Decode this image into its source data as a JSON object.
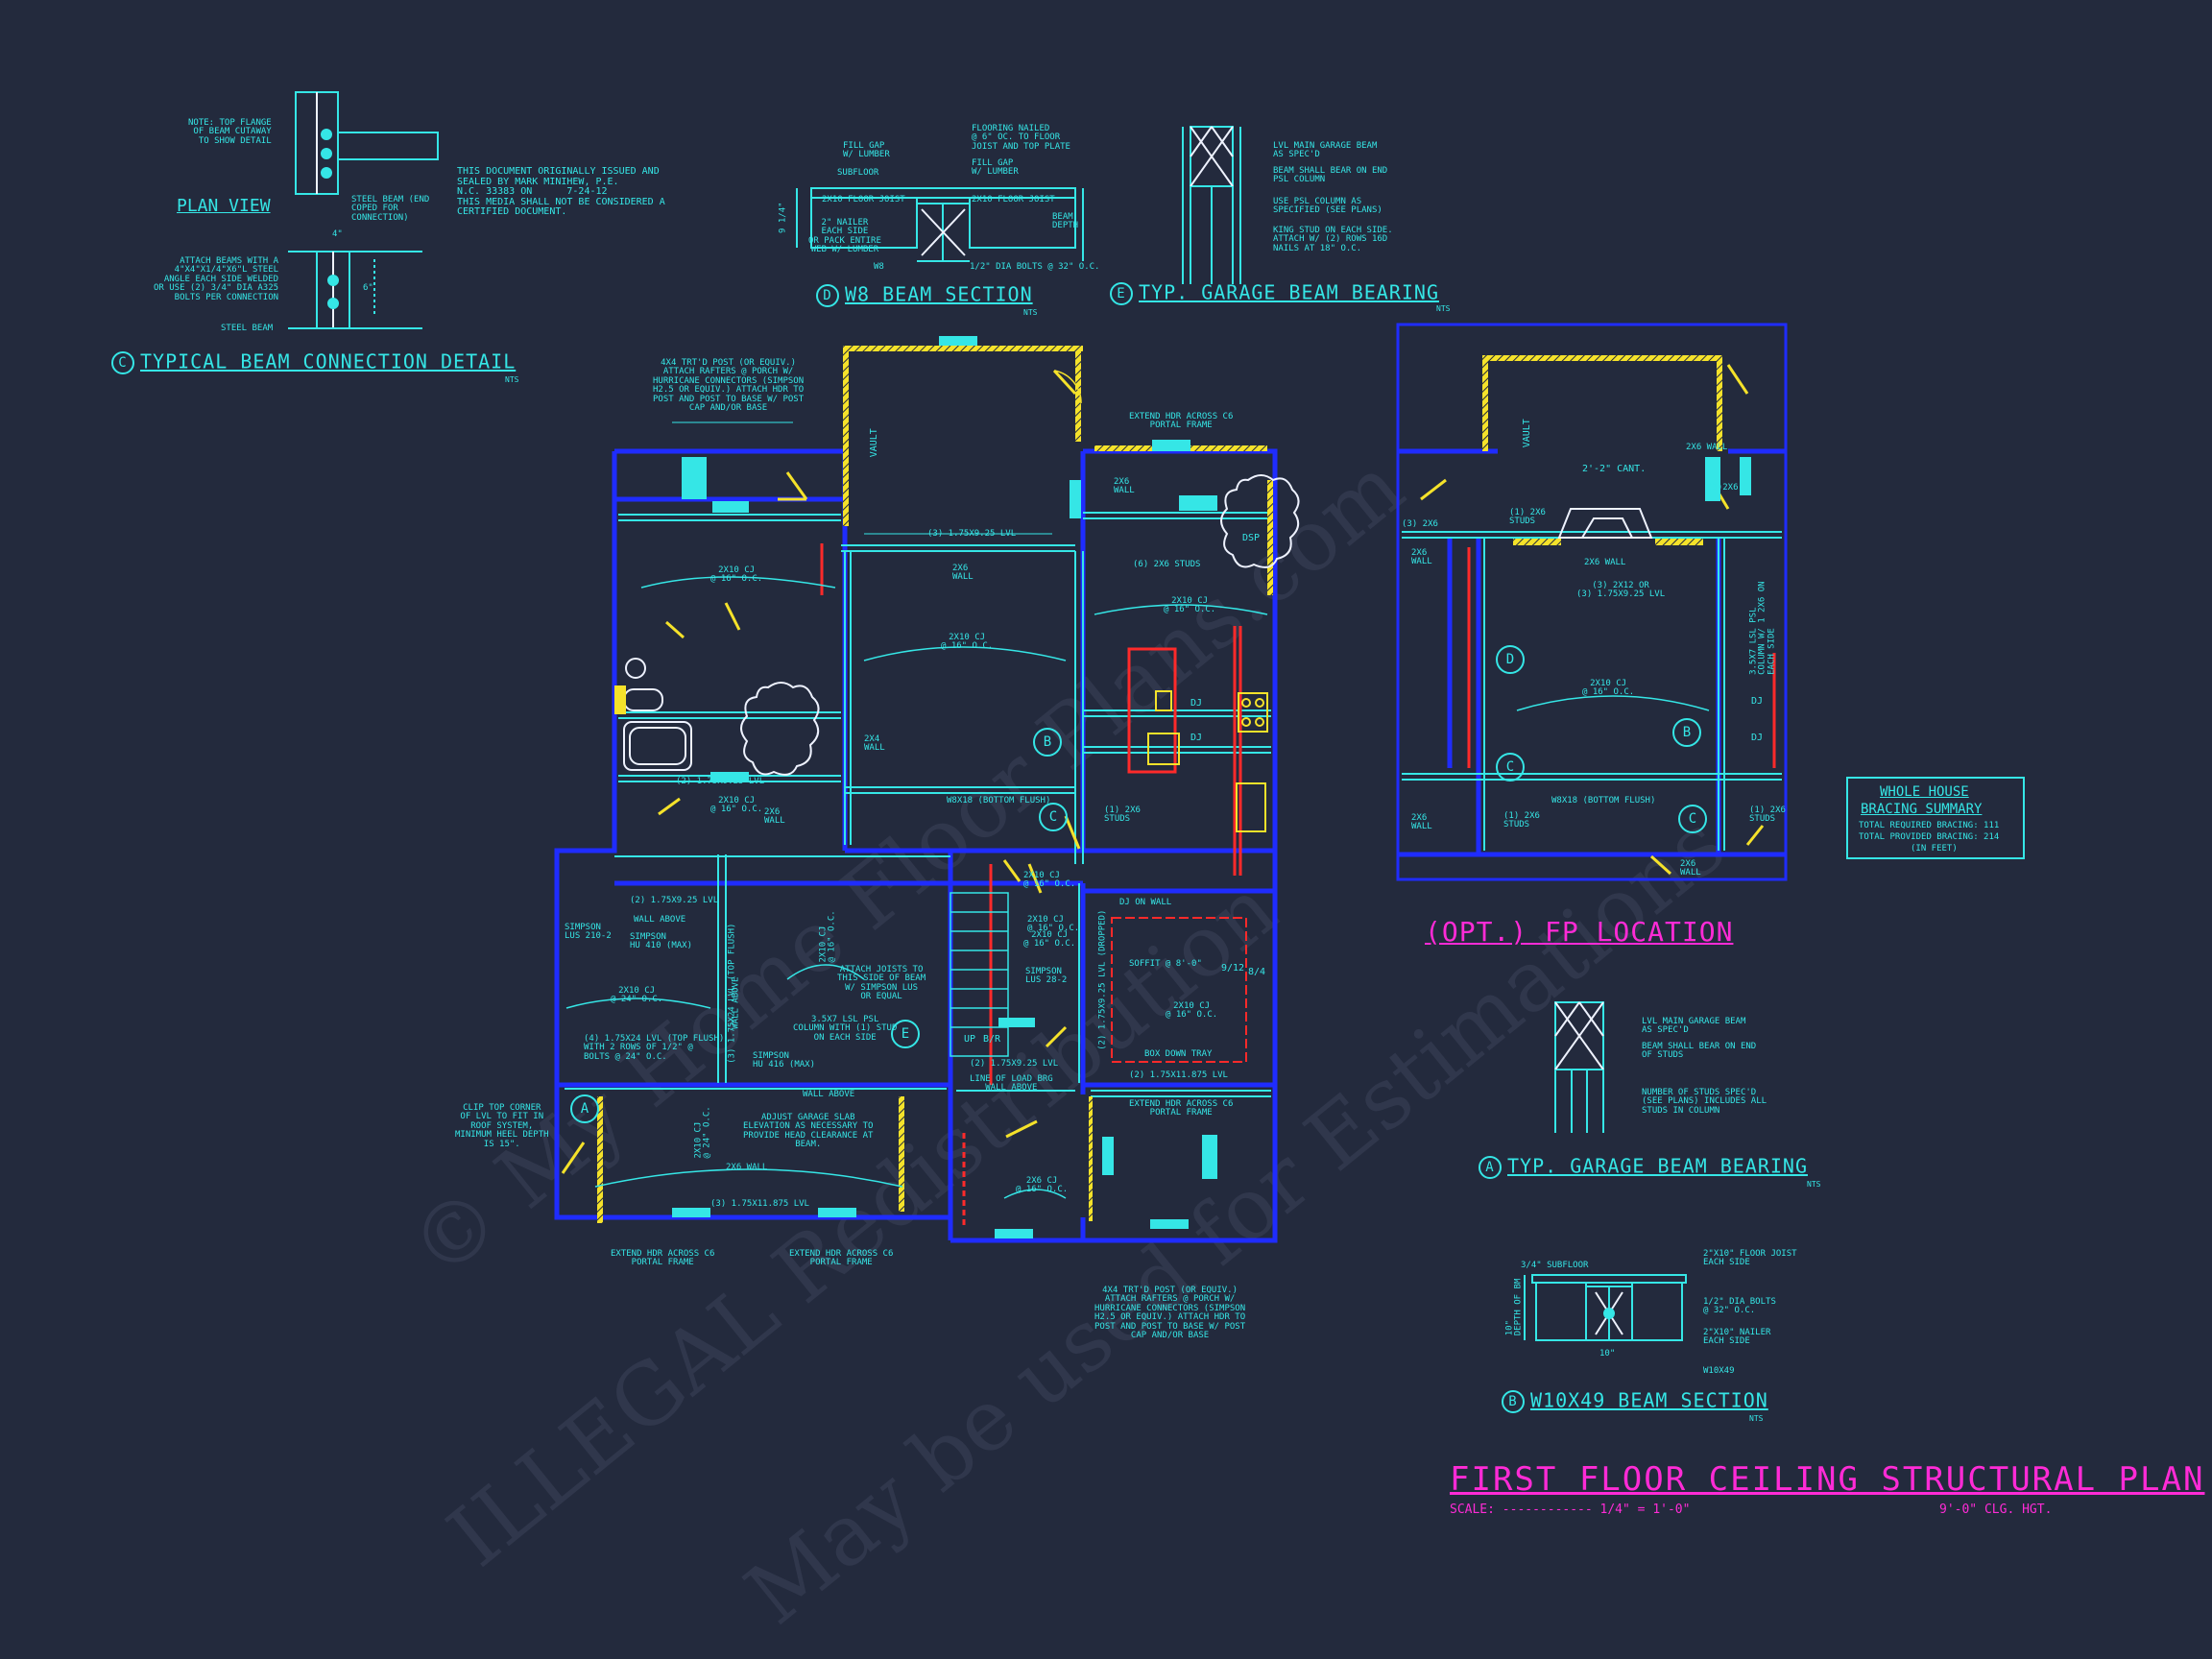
{
  "watermark": {
    "line1": "© My Home Floor Plans.com",
    "line2": "ILLEGAL Redistribution",
    "line3": "May be used for Estimations"
  },
  "details": {
    "c": {
      "label": "C",
      "title": "TYPICAL BEAM CONNECTION DETAIL",
      "nts": "NTS",
      "plan_view": "PLAN VIEW",
      "note_top_flange": "NOTE: TOP FLANGE\nOF BEAM CUTAWAY\nTO SHOW DETAIL",
      "steel_beam_end": "STEEL BEAM (END\nCOPED FOR\nCONNECTION)",
      "attach_beams": "ATTACH BEAMS WITH A\n4\"x4\"x1/4\"x6\"L STEEL\nANGLE EACH SIDE WELDED\nOR USE (2) 3/4\" DIA A325\nBOLTS PER CONNECTION",
      "dim_4": "4\"",
      "dim_6": "6\"",
      "steel_beam": "STEEL BEAM"
    },
    "seal": "THIS DOCUMENT ORIGINALLY ISSUED AND\nSEALED BY MARK MINIHEW, P.E.\nN.C. 33383 ON      7-24-12\nTHIS MEDIA SHALL NOT BE CONSIDERED A\nCERTIFIED DOCUMENT.",
    "d": {
      "label": "D",
      "title": "W8 BEAM SECTION",
      "nts": "NTS",
      "fill_gap": "FILL GAP\nw/ LUMBER",
      "subfloor": "SUBFLOOR",
      "flooring_nailed": "FLOORING NAILED\n@ 6\" OC. TO FLOOR\nJOIST AND TOP PLATE",
      "fill_gap2": "FILL GAP\nw/ LUMBER",
      "floor_joist_l": "2x10 FLOOR JOIST",
      "floor_joist_r": "2x10 FLOOR JOIST",
      "nailer": "2\" NAILER\nEACH SIDE\nOR PACK ENTIRE\nWEB w/ LUMBER",
      "w8": "W8",
      "bolts": "1/2\" DIA BOLTS @ 32\" O.C.",
      "dim_left": "9 1/4\"",
      "dim_right": "BEAM\nDEPTH"
    },
    "e": {
      "label": "E",
      "title": "TYP. GARAGE BEAM BEARING",
      "nts": "NTS",
      "n1": "LVL MAIN GARAGE BEAM\nAS SPEC'D",
      "n2": "BEAM SHALL BEAR ON END\nPSL COLUMN",
      "n3": "USE PSL COLUMN AS\nSPECIFIED (SEE PLANS)",
      "n4": "KING STUD ON EACH SIDE.\nATTACH W/ (2) ROWS 16D\nNAILS AT 18\" O.C."
    },
    "a": {
      "label": "A",
      "title": "TYP. GARAGE BEAM BEARING",
      "nts": "NTS",
      "n1": "LVL MAIN GARAGE BEAM\nAS SPEC'D",
      "n2": "BEAM SHALL BEAR ON END\nOF STUDS",
      "n3": "NUMBER OF STUDS SPEC'D\n(SEE PLANS) INCLUDES ALL\nSTUDS IN COLUMN"
    },
    "b": {
      "label": "B",
      "title": "W10x49 BEAM SECTION",
      "nts": "NTS",
      "subfloor": "3/4\" SUBFLOOR",
      "joist": "2\"x10\" FLOOR JOIST\nEACH SIDE",
      "bolts": "1/2\" DIA BOLTS\n@ 32\" O.C.",
      "nailer": "2\"x10\" NAILER\nEACH SIDE",
      "w10": "W10x49",
      "depth": "10\"\nDEPTH OF BM",
      "w16": "10\""
    }
  },
  "main_plan": {
    "post_note_top": "4x4 TRT'D POST (OR EQUIV.)\nATTACH RAFTERS @ PORCH w/\nHURRICANE CONNECTORS (SIMPSON\nH2.5 OR EQUIV.) ATTACH HDR TO\nPOST AND POST TO BASE w/ POST\nCAP AND/OR BASE",
    "post_note_bottom": "4x4 TRT'D POST (OR EQUIV.)\nATTACH RAFTERS @ PORCH w/\nHURRICANE CONNECTORS (SIMPSON\nH2.5 OR EQUIV.) ATTACH HDR TO\nPOST AND POST TO BASE w/ POST\nCAP AND/OR BASE",
    "vault": "VAULT",
    "extend_hdr_top": "EXTEND HDR ACROSS C6\nPORTAL FRAME",
    "lvl_3": "(3) 1.75x9.25 LVL",
    "wall_2x6": "2x6\nWALL",
    "studs_6": "(6) 2x6 STUDS",
    "cj_1": "2x10 CJ\n@ 16\" O.C.",
    "cj_2": "2x10 CJ\n@ 16\" O.C.",
    "cj_3": "2x10 CJ\n@ 16\" O.C.",
    "cj_left": "2x10 CJ\n@ 16\" O.C.",
    "cj_mid": "2x10 CJ\n@ 16\" O.C.",
    "lvl_2_925": "(2) 1.75x9.25 LVL",
    "cj_2x10_16": "2x10 CJ\n@ 16\" O.C.",
    "cj_2x10_left": "2x10 CJ\n@ 24\" O.C.",
    "wall_2x4": "2x4\nWALL",
    "lvl_top": "(2) 1.75x9.25 LVL",
    "dsp": "DSP",
    "dj": "DJ",
    "w8x18": "W8x18 (BOTTOM FLUSH)",
    "studs_1": "(1) 2x6\nSTUDS",
    "wall_above": "WALL ABOVE",
    "simpson_lus": "SIMPSON\nLUS 210-2",
    "simpson_hu": "SIMPSON\nHU 410 (MAX)",
    "cj_24": "2x10 CJ\n@ 24\" O.C.",
    "lvl_1524": "(4) 1.75x24 LVL (TOP FLUSH)\nWITH 2 ROWS OF 1/2\" @\nBOLTS @ 24\" O.C.",
    "lvl_vert": "(3) 1.75x24 LVL (TOP FLUSH)",
    "wall_above_v": "WALL ABOVE",
    "attach_joists": "ATTACH JOISTS TO\nTHIS SIDE OF BEAM\nw/ SIMPSON LUS\nOR EQUAL",
    "psl_col": "3.5x7 LSL PSL\nCOLUMN WITH (1) STUD\nON EACH SIDE",
    "simpson_hu2": "SIMPSON\nHU 416 (MAX)",
    "wall_above2": "WALL ABOVE",
    "clip_top": "CLIP TOP CORNER\nOF LVL TO FIT IN\nROOF SYSTEM,\nMINIMUM HEEL DEPTH\nIS 15\".",
    "adjust_garage": "ADJUST GARAGE SLAB\nELEVATION AS NECESSARY TO\nPROVIDE HEAD CLEARANCE AT\nBEAM.",
    "wall_2x6_garage": "2x6 WALL",
    "lvl_garage": "(3) 1.75x11.875 LVL",
    "extend_hdr_l": "EXTEND HDR ACROSS C6\nPORTAL FRAME",
    "extend_hdr_m": "EXTEND HDR ACROSS C6\nPORTAL FRAME",
    "up": "UP",
    "br": "B/R",
    "lvl_925_stair": "(2) 1.75x9.25 LVL",
    "line_load": "LINE OF LOAD BRG\nWALL ABOVE",
    "cj_stair": "2x10 CJ\n@ 16\" O.C.",
    "simpson_lus2": "SIMPSON\nLUS 28-2",
    "dj_on_wall": "DJ ON WALL",
    "soffit": "SOFFIT @ 8'-0\"",
    "ratio": "9/12",
    "ratio2": "8/4",
    "cj_kit": "2x10 CJ\n@ 16\" O.C.",
    "box_tray": "BOX DOWN TRAY",
    "lvl_porch": "(2) 1.75x11.875 LVL",
    "extend_hdr_r": "EXTEND HDR ACROSS C6\nPORTAL FRAME",
    "cj_bath": "2x6 CJ\n@ 16\" O.C.",
    "lvl_vert2": "(2) 1.75x9.25 LVL (DROPPED)",
    "wall_2x6b": "2x6\nWALL",
    "cj_small": "2x10 CJ\n@ 16\" O.C.",
    "wall_2x6c": "2x6\nWALL"
  },
  "fp_plan": {
    "title": "(OPT.) FP LOCATION",
    "vault": "VAULT",
    "cant": "2'-2\" CANT.",
    "wall_2x6": "2x6 WALL",
    "studs_3_2x6": "(3)2x6",
    "studs_1": "(1) 2x6\nSTUDS",
    "wall_2x6_fp": "2x6 WALL",
    "lvl_alt": "(3) 2x12 OR\n(3) 1.75x9.25 LVL",
    "cj": "2x10 CJ\n@ 16\" O.C.",
    "psl": "3.5x7 LSL PSL\nCOLUMN w/ 1 2x6 ON\nEACH SIDE",
    "w8x18": "W8x18 (BOTTOM FLUSH)",
    "studs_left": "(1) 2x6\nSTUDS",
    "studs_right": "(1) 2x6\nSTUDS",
    "wall_left": "2x6\nWALL",
    "wall_left2": "2x6\nWALL",
    "wall_right": "2x6\nWALL",
    "studs_top": "(3) 2x6",
    "dj": "DJ"
  },
  "bracing": {
    "title1": "WHOLE HOUSE",
    "title2": "BRACING SUMMARY",
    "required": "TOTAL REQUIRED BRACING: 111",
    "provided": "TOTAL PROVIDED BRACING: 214",
    "unit": "(IN FEET)"
  },
  "sheet": {
    "title": "FIRST FLOOR CEILING STRUCTURAL PLAN",
    "scale": "SCALE: ------------ 1/4\" = 1'-0\"",
    "height": "9'-0\" CLG. HGT."
  },
  "colors": {
    "bg": "#232a3d",
    "cyan": "#35e6e6",
    "blue": "#1f2cff",
    "yellow": "#f5e22a",
    "magenta": "#ff2bd6",
    "red": "#ff2a2a",
    "white": "#eef2ff"
  }
}
